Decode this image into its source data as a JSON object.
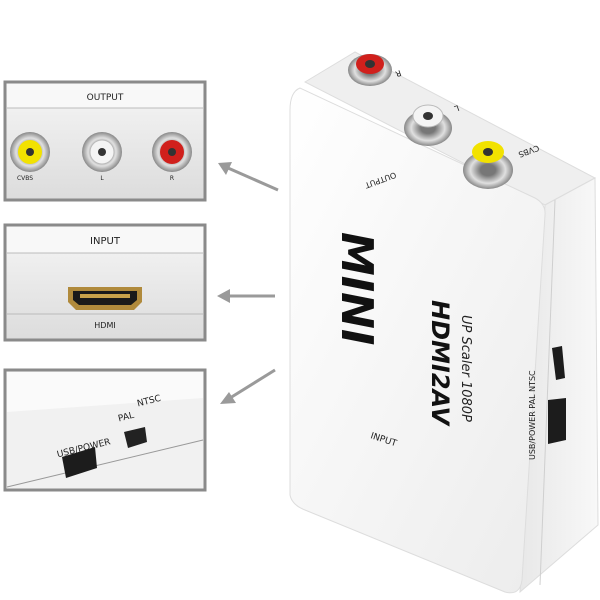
{
  "callouts": {
    "output": {
      "title": "OUTPUT",
      "ports": [
        "CVBS",
        "L",
        "R"
      ]
    },
    "input": {
      "title": "INPUT",
      "port": "HDMI"
    },
    "side": {
      "usb": "USB/POWER",
      "pal": "PAL",
      "ntsc": "NTSC"
    }
  },
  "device": {
    "brand": "MINI",
    "model": "HDMI2AV",
    "subtitle": "UP Scaler 1080P",
    "output_label": "OUTPUT",
    "input_label": "INPUT",
    "top_ports": [
      "CVBS",
      "L",
      "R"
    ],
    "side_label": "USB/POWER PAL NTSC"
  },
  "colors": {
    "yellow": "#f2e200",
    "red": "#d0201c",
    "white": "#f4f4f4",
    "frame": "#8a8a8a",
    "arrow": "#9a9a9a"
  }
}
